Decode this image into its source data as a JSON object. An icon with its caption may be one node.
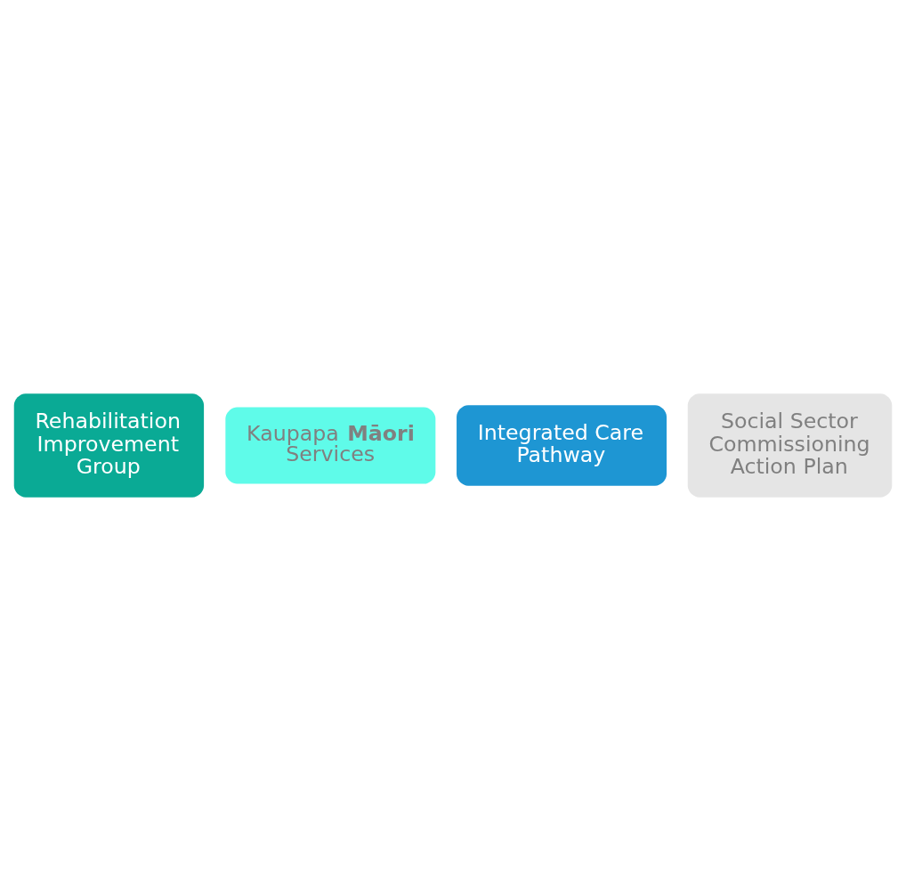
{
  "diagram": {
    "nodes": [
      {
        "text": [
          "Rehabilitation Improvement Group"
        ]
      },
      {
        "text": [
          "Kaupapa **Māori** Services"
        ]
      },
      {
        "text": [
          "Integrated Care Pathway"
        ]
      },
      {
        "text": [
          "Social Sector Commissioning Action Plan"
        ]
      }
    ],
    "edges": []
  }
}
